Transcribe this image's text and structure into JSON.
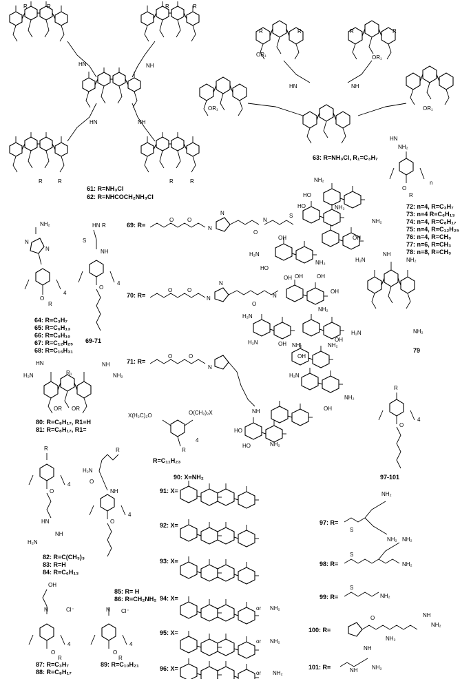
{
  "compounds": {
    "c61": "61: R=NH₃Cl",
    "c62": "62: R=NHCOCH₂NH₃Cl",
    "c63": "63: R=NH₃Cl, R₁=C₃H₇",
    "c64": "64: R=C₃H₇",
    "c65": "65: R=C₆H₁₃",
    "c66": "66: R=C₉H₁₉",
    "c67": "67: R=C₁₂H₂₅",
    "c68": "68: R=C₁₆H₃₁",
    "c69_71": "69-71",
    "c69": "69: R=",
    "c70": "70: R=",
    "c71": "71: R=",
    "c72": "72: n=4, R=C₃H₇",
    "c73": "73: n=4 R=C₆H₁₃",
    "c74": "74: n=4, R=C₈H₁₇",
    "c75": "75: n=4, R=C₁₂H₂₅",
    "c76": "76: n=4, R=CH₃",
    "c77": "77: n=6, R=CH₃",
    "c78": "78: n=8, R=CH₃",
    "c79": "79",
    "c80": "80: R=C₈H₁₇, R1=H",
    "c81": "81: R=C₈H₁₇, R1=",
    "rc11": "R=C₁₁H₂₃",
    "c90": "90: X=NH₂",
    "c91": "91: X=",
    "c92": "92: X=",
    "c93": "93: X=",
    "c94": "94: X=",
    "c95": "95: X=",
    "c96": "96: X=",
    "c82": "82: R=C(CH₃)₃",
    "c83": "83: R=H",
    "c84": "84: R=C₆H₁₃",
    "c85": "85: R= H",
    "c86": "86: R=CH₂NH₂",
    "c87": "87: R=C₃H₇",
    "c88": "88: R=C₈H₁₇",
    "c89": "89: R=C₁₀H₂₁",
    "c97_101": "97-101",
    "c97": "97: R=",
    "c98": "98: R=",
    "c99": "99: R=",
    "c100": "100: R=",
    "c101": "101: R="
  },
  "atoms": {
    "nh2": "NH₂",
    "nh": "NH",
    "hn": "HN",
    "h2n": "H₂N",
    "oh": "OH",
    "ho": "HO",
    "o": "O",
    "n": "N",
    "s": "S",
    "r": "R",
    "r1": "R₁",
    "or": "OR",
    "or1": "OR₁",
    "cl": "Cl⁻",
    "or_text": "or",
    "n_sub": "n",
    "four": "4",
    "xchain_left": "X(H₂C)₂O",
    "xchain_right": "O(CH₂)₂X"
  },
  "colors": {
    "ink": "#000000",
    "background": "#ffffff"
  }
}
